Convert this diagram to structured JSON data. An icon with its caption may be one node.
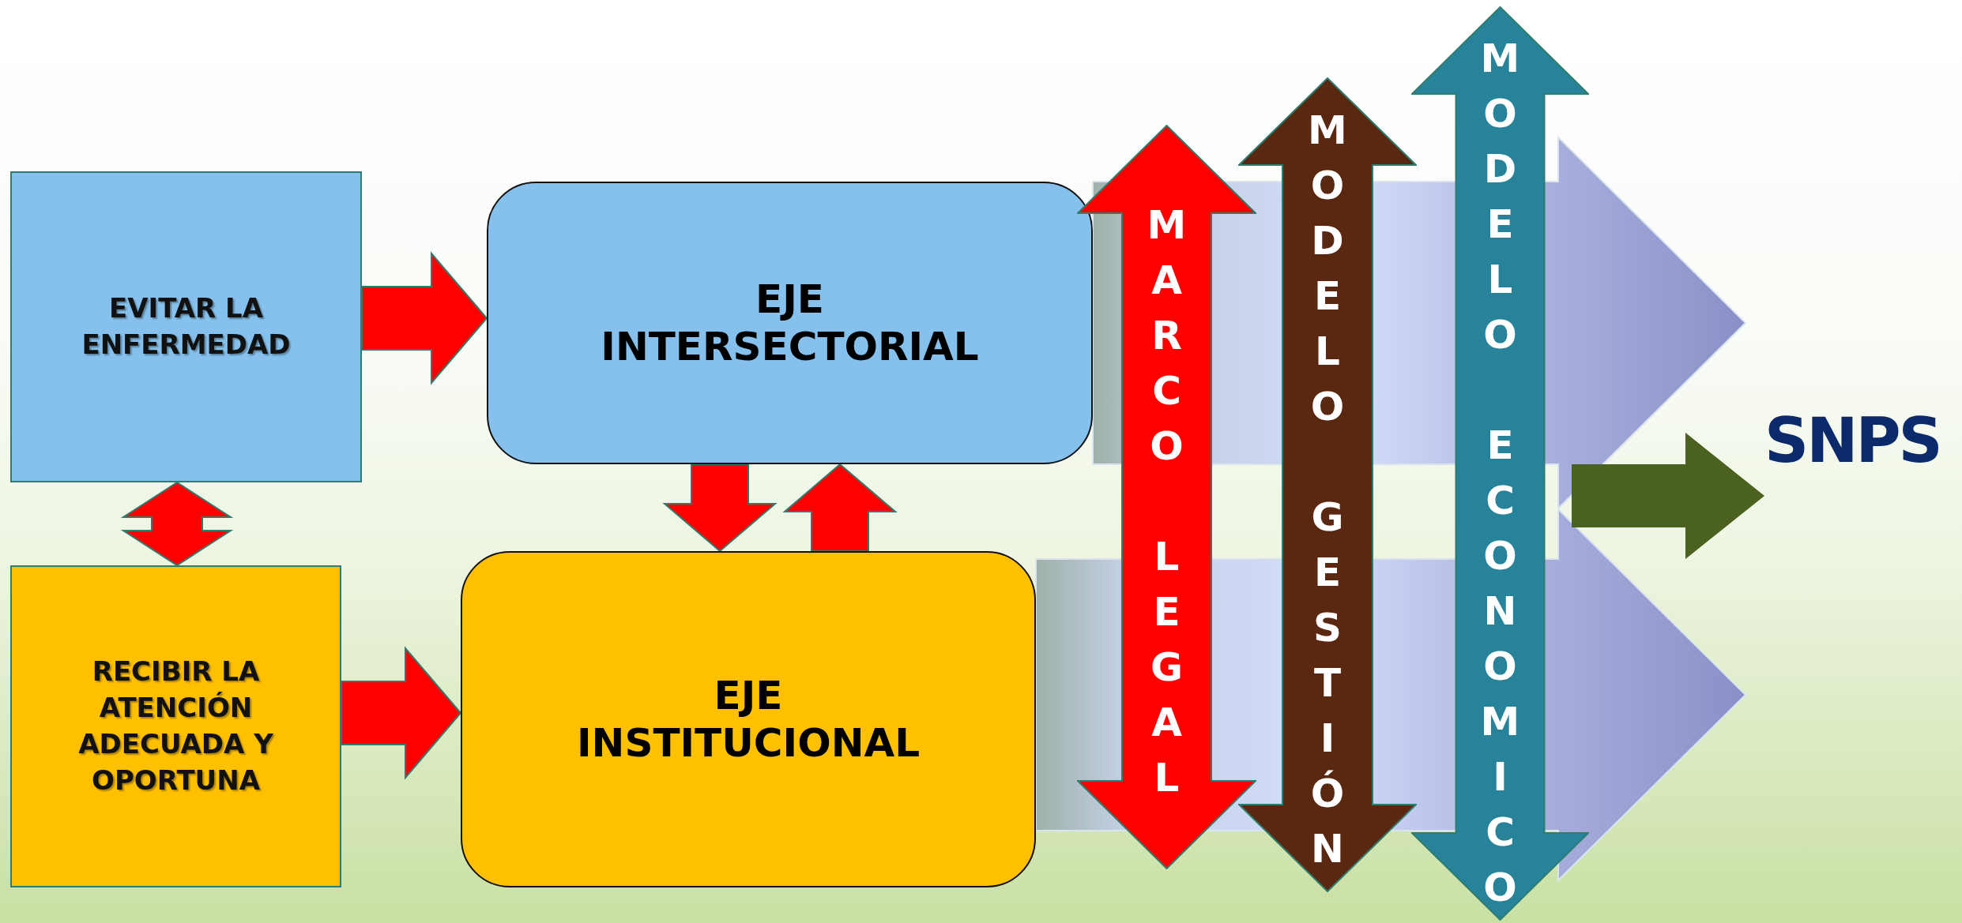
{
  "diagram": {
    "nodes": [
      {
        "text": [
          "EVITAR LA ENFERMEDAD"
        ]
      },
      {
        "text": [
          "EJE INTERSECTORIAL"
        ]
      },
      {
        "text": [
          "RECIBIR LA ATENCIÓN ADECUADA Y OPORTUNA"
        ]
      },
      {
        "text": [
          "EJE INSTITUCIONAL"
        ]
      },
      {
        "text": [
          "MARCO LEGAL"
        ]
      },
      {
        "text": [
          "MODELO GESTIÓN"
        ]
      },
      {
        "text": [
          "MODELO ECONOMICO"
        ]
      },
      {
        "text": [
          "SNPS"
        ]
      }
    ],
    "edges": [
      {
        "from": 0,
        "to": 1,
        "arrow": "to"
      },
      {
        "from": 2,
        "to": 3,
        "arrow": "to"
      },
      {
        "from": 0,
        "to": 2,
        "arrow": "both"
      },
      {
        "from": 1,
        "to": 3,
        "arrow": "to"
      },
      {
        "from": 3,
        "to": 1,
        "arrow": "to"
      },
      {
        "from": 1,
        "to": null,
        "arrow": "to",
        "color": "#8a8fc8"
      },
      {
        "from": 3,
        "to": null,
        "arrow": "to",
        "color": "#8a8fc8"
      },
      {
        "from": null,
        "to": 7,
        "arrow": "to",
        "color": "#4a6120"
      }
    ]
  }
}
